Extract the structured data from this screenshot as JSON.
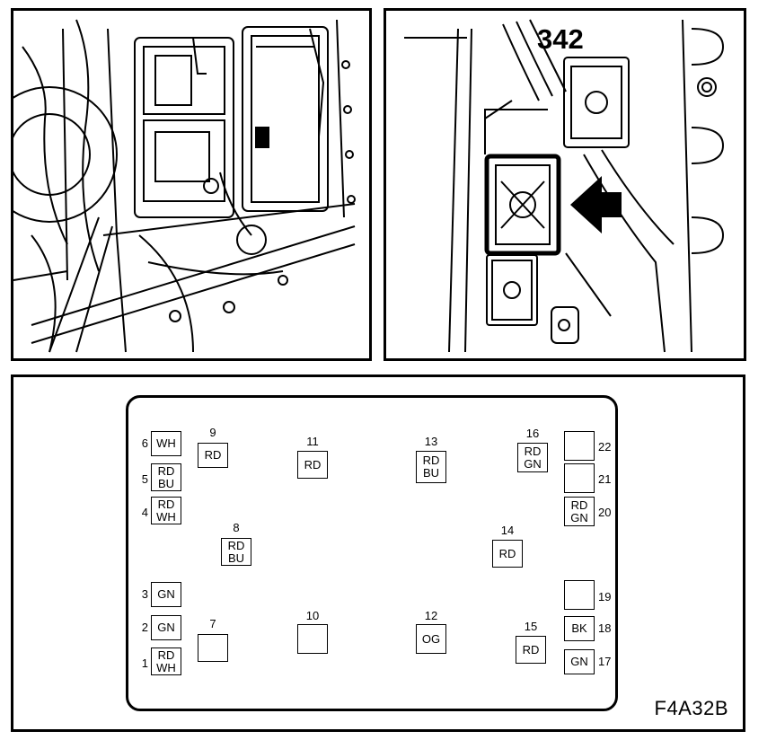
{
  "figure_code": "F4A32B",
  "callout_number": "342",
  "pins": [
    {
      "number": "1",
      "colors": [
        "RD",
        "WH"
      ]
    },
    {
      "number": "2",
      "colors": [
        "GN"
      ]
    },
    {
      "number": "3",
      "colors": [
        "GN"
      ]
    },
    {
      "number": "4",
      "colors": [
        "RD",
        "WH"
      ]
    },
    {
      "number": "5",
      "colors": [
        "RD",
        "BU"
      ]
    },
    {
      "number": "6",
      "colors": [
        "WH"
      ]
    },
    {
      "number": "7",
      "colors": []
    },
    {
      "number": "8",
      "colors": [
        "RD",
        "BU"
      ]
    },
    {
      "number": "9",
      "colors": [
        "RD"
      ]
    },
    {
      "number": "10",
      "colors": []
    },
    {
      "number": "11",
      "colors": [
        "RD"
      ]
    },
    {
      "number": "12",
      "colors": [
        "OG"
      ]
    },
    {
      "number": "13",
      "colors": [
        "RD",
        "BU"
      ]
    },
    {
      "number": "14",
      "colors": [
        "RD"
      ]
    },
    {
      "number": "15",
      "colors": [
        "RD"
      ]
    },
    {
      "number": "16",
      "colors": [
        "RD",
        "GN"
      ]
    },
    {
      "number": "17",
      "colors": [
        "GN"
      ]
    },
    {
      "number": "18",
      "colors": [
        "BK"
      ]
    },
    {
      "number": "19",
      "colors": []
    },
    {
      "number": "20",
      "colors": [
        "RD",
        "GN"
      ]
    },
    {
      "number": "21",
      "colors": []
    },
    {
      "number": "22",
      "colors": []
    }
  ]
}
